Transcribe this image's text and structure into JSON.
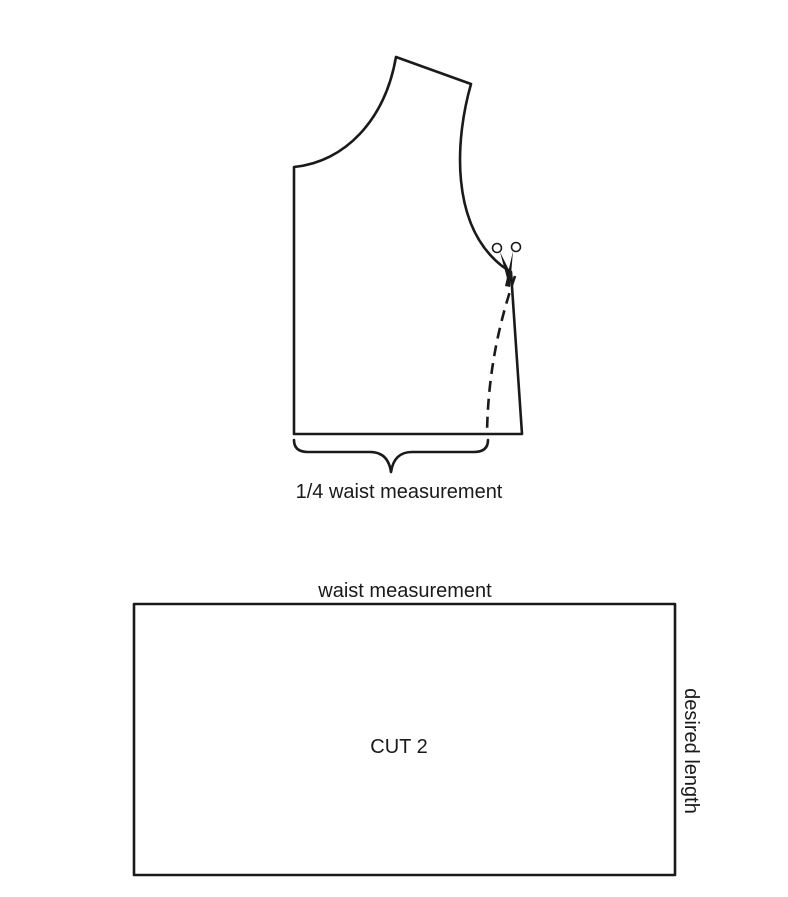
{
  "bodice": {
    "width_label": "1/4 waist measurement"
  },
  "rectangle": {
    "top_label": "waist measurement",
    "side_label": "desired length",
    "center_label": "CUT 2"
  },
  "icons": {
    "cut_marker": "scissors-icon",
    "width_marker": "curly-brace-icon"
  }
}
